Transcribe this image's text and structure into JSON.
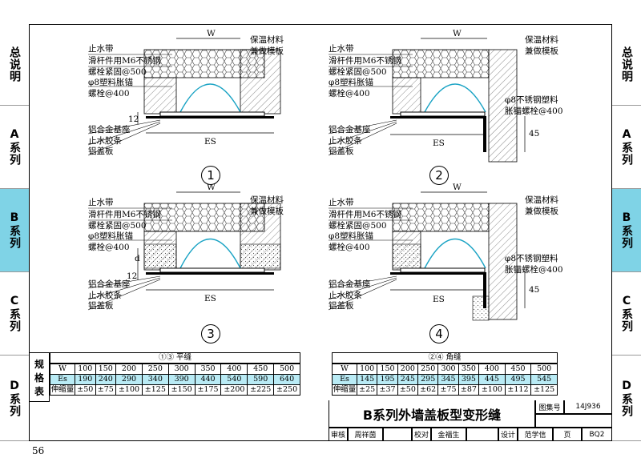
{
  "side_tabs": [
    "总说明",
    "A系列",
    "B系列",
    "C系列",
    "D系列"
  ],
  "active_tab": "B系列",
  "labels": {
    "waterstop": "止水带",
    "slide_1": "滑杆件用M6不锈钢",
    "slide_2": "螺栓紧固@500",
    "plastic_1": "φ8塑料胀锚",
    "plastic_2": "螺栓@400",
    "insul_1": "保温材料",
    "insul_2": "兼做模板",
    "base": "铝合金基座",
    "rubber": "止水胶条",
    "cover": "铝盖板",
    "ss_1": "φ8不锈钢塑料",
    "ss_2": "胀锚螺栓@400",
    "w": "W",
    "es": "ES",
    "dim_12": "12",
    "dim_45": "45",
    "dim_d": "d",
    "circle_1": "1",
    "circle_2": "2",
    "circle_3": "3",
    "circle_4": "4"
  },
  "table": {
    "side_label": [
      "规",
      "格",
      "表"
    ],
    "left_header": "①③ 平缝",
    "right_header": "②④ 角缝",
    "row_labels": [
      "W",
      "Es",
      "伸缩量"
    ],
    "left_w": [
      "100",
      "150",
      "200",
      "250",
      "300",
      "350",
      "400",
      "450",
      "500"
    ],
    "left_es": [
      "190",
      "240",
      "290",
      "340",
      "390",
      "440",
      "540",
      "590",
      "640"
    ],
    "left_stretch": [
      "±50",
      "±75",
      "±100",
      "±125",
      "±150",
      "±175",
      "±200",
      "±225",
      "±250"
    ],
    "right_w": [
      "100",
      "150",
      "200",
      "250",
      "300",
      "350",
      "400",
      "450",
      "500"
    ],
    "right_es": [
      "145",
      "195",
      "245",
      "295",
      "345",
      "395",
      "445",
      "495",
      "545"
    ],
    "right_stretch": [
      "±25",
      "±37",
      "±50",
      "±62",
      "±75",
      "±87",
      "±100",
      "±112",
      "±125"
    ]
  },
  "title_block": {
    "title": "B系列外墙盖板型变形缝",
    "atlas_label": "图集号",
    "atlas_no": "14J936",
    "review": "审核",
    "reviewer": "周祥茵",
    "check": "校对",
    "checker": "金福生",
    "design": "设计",
    "designer": "范学信",
    "page_label": "页",
    "page_code": "BQ2"
  },
  "page_number": "56"
}
